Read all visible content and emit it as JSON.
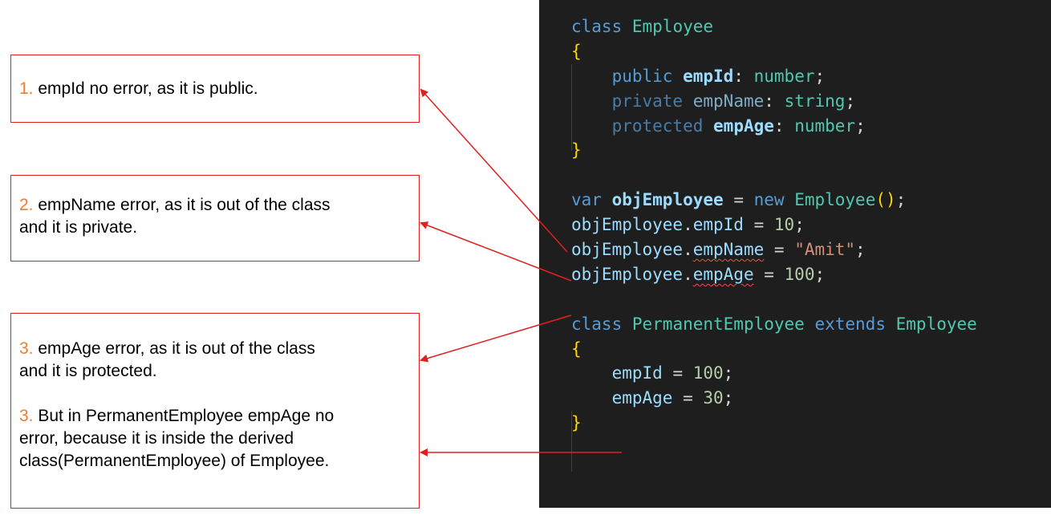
{
  "notes": [
    {
      "number": "1.",
      "text": " empId no error, as it is public."
    },
    {
      "number": "2.",
      "lines": [
        " empName error, as it is out of the class",
        "and it is private."
      ]
    },
    {
      "number": "3.",
      "lines": [
        " empAge error, as it is out of the class",
        "and it is protected."
      ],
      "number_b": "3.",
      "lines_b": [
        " But in PermanentEmployee empAge no",
        "error, because it is inside the derived",
        "class(PermanentEmployee) of Employee."
      ]
    }
  ],
  "code": {
    "kw_class": "class",
    "cls_employee": "Employee",
    "brace_open": "{",
    "brace_close": "}",
    "kw_public": "public",
    "kw_private": "private",
    "kw_protected": "protected",
    "f_empId": "empId",
    "f_empName": "empName",
    "f_empAge": "empAge",
    "colon": ":",
    "t_number": "number",
    "t_string": "string",
    "semi": ";",
    "kw_var": "var",
    "v_obj": "objEmployee",
    "eq": " = ",
    "kw_new": "new",
    "parens": "()",
    "dot": ".",
    "n10": "10",
    "s_amit": "\"Amit\"",
    "n100": "100",
    "n30": "30",
    "cls_perm": "PermanentEmployee",
    "kw_extends": "extends"
  },
  "colors": {
    "arrow": "#e02020",
    "note_number": "#ed7d31",
    "editor_bg": "#1e1e1e"
  }
}
